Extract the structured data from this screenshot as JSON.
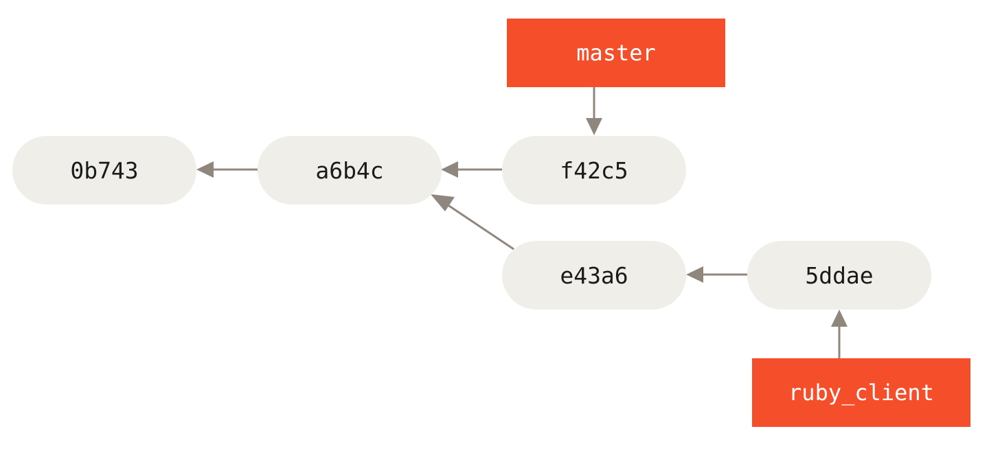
{
  "colors": {
    "commit_fill": "#efeee8",
    "branch_fill": "#f54e2b",
    "arrow": "#8f877d",
    "commit_text": "#1a1a1a",
    "branch_text": "#ffffff"
  },
  "commits": [
    {
      "id": "0b743"
    },
    {
      "id": "a6b4c"
    },
    {
      "id": "f42c5"
    },
    {
      "id": "e43a6"
    },
    {
      "id": "5ddae"
    }
  ],
  "branches": [
    {
      "name": "master",
      "points_to": "f42c5"
    },
    {
      "name": "ruby_client",
      "points_to": "5ddae"
    }
  ],
  "edges": [
    {
      "from": "a6b4c",
      "to": "0b743"
    },
    {
      "from": "f42c5",
      "to": "a6b4c"
    },
    {
      "from": "e43a6",
      "to": "a6b4c"
    },
    {
      "from": "5ddae",
      "to": "e43a6"
    }
  ]
}
